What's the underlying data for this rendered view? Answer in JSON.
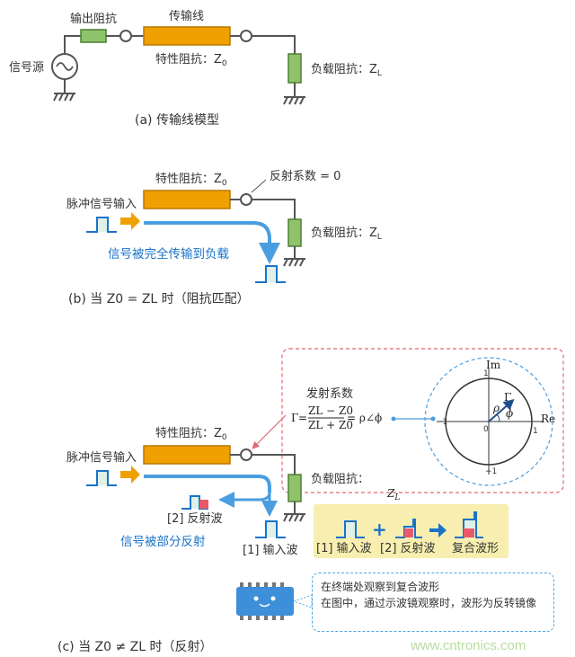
{
  "diagram_a": {
    "output_impedance": "输出阻抗",
    "line": "传输线",
    "char_impedance": "特性阻抗：Z",
    "char_sub": "0",
    "source": "信号源",
    "load": "负载阻抗：Z",
    "load_sub": "L",
    "caption": "(a)  传输线模型"
  },
  "diagram_b": {
    "char_impedance": "特性阻抗：Z",
    "char_sub": "0",
    "reflection_coef": "反射系数 = 0",
    "pulse_input": "脉冲信号输入",
    "load": "负载阻抗：Z",
    "load_sub": "L",
    "fully_transmitted": "信号被完全传输到负载",
    "caption": "(b)  当 Z0 = ZL 时（阻抗匹配）"
  },
  "diagram_c": {
    "char_impedance": "特性阻抗：Z",
    "char_sub": "0",
    "pulse_input": "脉冲信号输入",
    "load": "负载阻抗：",
    "load_sym": "Z",
    "load_sub": "L",
    "reflected_wave": "[2] 反射波",
    "partially_reflected": "信号被部分反射",
    "input_wave": "[1] 输入波",
    "legend_input": "[1] 输入波",
    "legend_reflect": "[2] 反射波",
    "legend_composite": "复合波形",
    "emission_coef": "发射系数",
    "gamma": "Γ",
    "formula_num": "ZL − Z0",
    "formula_den": "ZL + Z0",
    "formula_rhs": "= ρ∠ϕ",
    "axis_im": "Im",
    "axis_re": "Re",
    "tick_pos1_y": "1",
    "tick_neg1_y": "−1",
    "tick_pos1_x": "1",
    "tick_neg1_x": "−1",
    "origin": "0",
    "rho": "ρ",
    "phi": "ϕ",
    "note_line1": "在终端处观察到复合波形",
    "note_line2": "在图中，通过示波镜观察时，波形为反转镜像",
    "caption": "(c)  当 Z0 ≠ ZL 时（反射）"
  },
  "watermark": "www.cntronics.com",
  "colors": {
    "line_orange": "#f0a000",
    "line_border": "#b87800",
    "resistor_green": "#8fc36b",
    "resistor_border": "#4f7f33",
    "arrow_blue": "#4a9ee0",
    "text_blue": "#1a73c8",
    "panel_yellow": "#f7eeb0",
    "pulse_fill": "#dff0e8",
    "reflect_pink": "#e85a6a",
    "dashed_red": "#e06a70"
  }
}
